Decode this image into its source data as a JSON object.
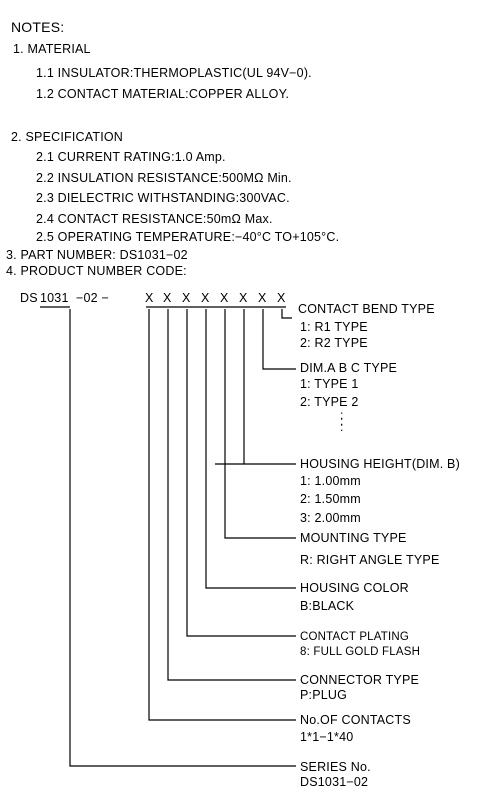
{
  "notes_title": "NOTES:",
  "sections": {
    "material": {
      "heading": "1. MATERIAL",
      "items": [
        "1.1  INSULATOR:THERMOPLASTIC(UL 94V−0).",
        "1.2  CONTACT MATERIAL:COPPER ALLOY."
      ]
    },
    "specification": {
      "heading": "2. SPECIFICATION",
      "items": [
        "2.1  CURRENT RATING:1.0 Amp.",
        "2.2  INSULATION RESISTANCE:500MΩ Min.",
        "2.3  DIELECTRIC WITHSTANDING:300VAC.",
        "2.4  CONTACT RESISTANCE:50mΩ Max.",
        "2.5  OPERATING TEMPERATURE:−40°C TO+105°C."
      ]
    },
    "part_number": "3. PART NUMBER: DS1031−02",
    "product_code": "4. PRODUCT NUMBER CODE:"
  },
  "code_string": {
    "prefix": "DS",
    "series": "1031",
    "suffix": "−02 −",
    "x_marks": [
      "X",
      "X",
      "X",
      "X",
      "X",
      "X",
      "X",
      "X"
    ]
  },
  "callouts": {
    "contact_bend": {
      "title": "CONTACT BEND TYPE",
      "lines": [
        "1: R1 TYPE",
        "2: R2 TYPE"
      ]
    },
    "dim_type": {
      "title": "DIM.A B C TYPE",
      "lines": [
        "1: TYPE 1",
        "2: TYPE 2"
      ],
      "ellipsis": ":\n:\n:"
    },
    "housing_height": {
      "title": "HOUSING HEIGHT(DIM. B)",
      "lines": [
        "1: 1.00mm",
        "2: 1.50mm",
        "3: 2.00mm"
      ]
    },
    "mounting": {
      "title": "MOUNTING TYPE",
      "lines": [
        "R: RIGHT ANGLE TYPE"
      ]
    },
    "housing_color": {
      "title": "HOUSING COLOR",
      "lines": [
        "B:BLACK"
      ]
    },
    "plating": {
      "title": "CONTACT PLATING",
      "lines": [
        "8: FULL GOLD FLASH"
      ]
    },
    "connector": {
      "title": "CONNECTOR TYPE",
      "lines": [
        "P:PLUG"
      ]
    },
    "contacts": {
      "title": "No.OF CONTACTS",
      "lines": [
        "1*1−1*40"
      ]
    },
    "series": {
      "title": "SERIES No.",
      "lines": [
        "DS1031−02"
      ]
    }
  }
}
